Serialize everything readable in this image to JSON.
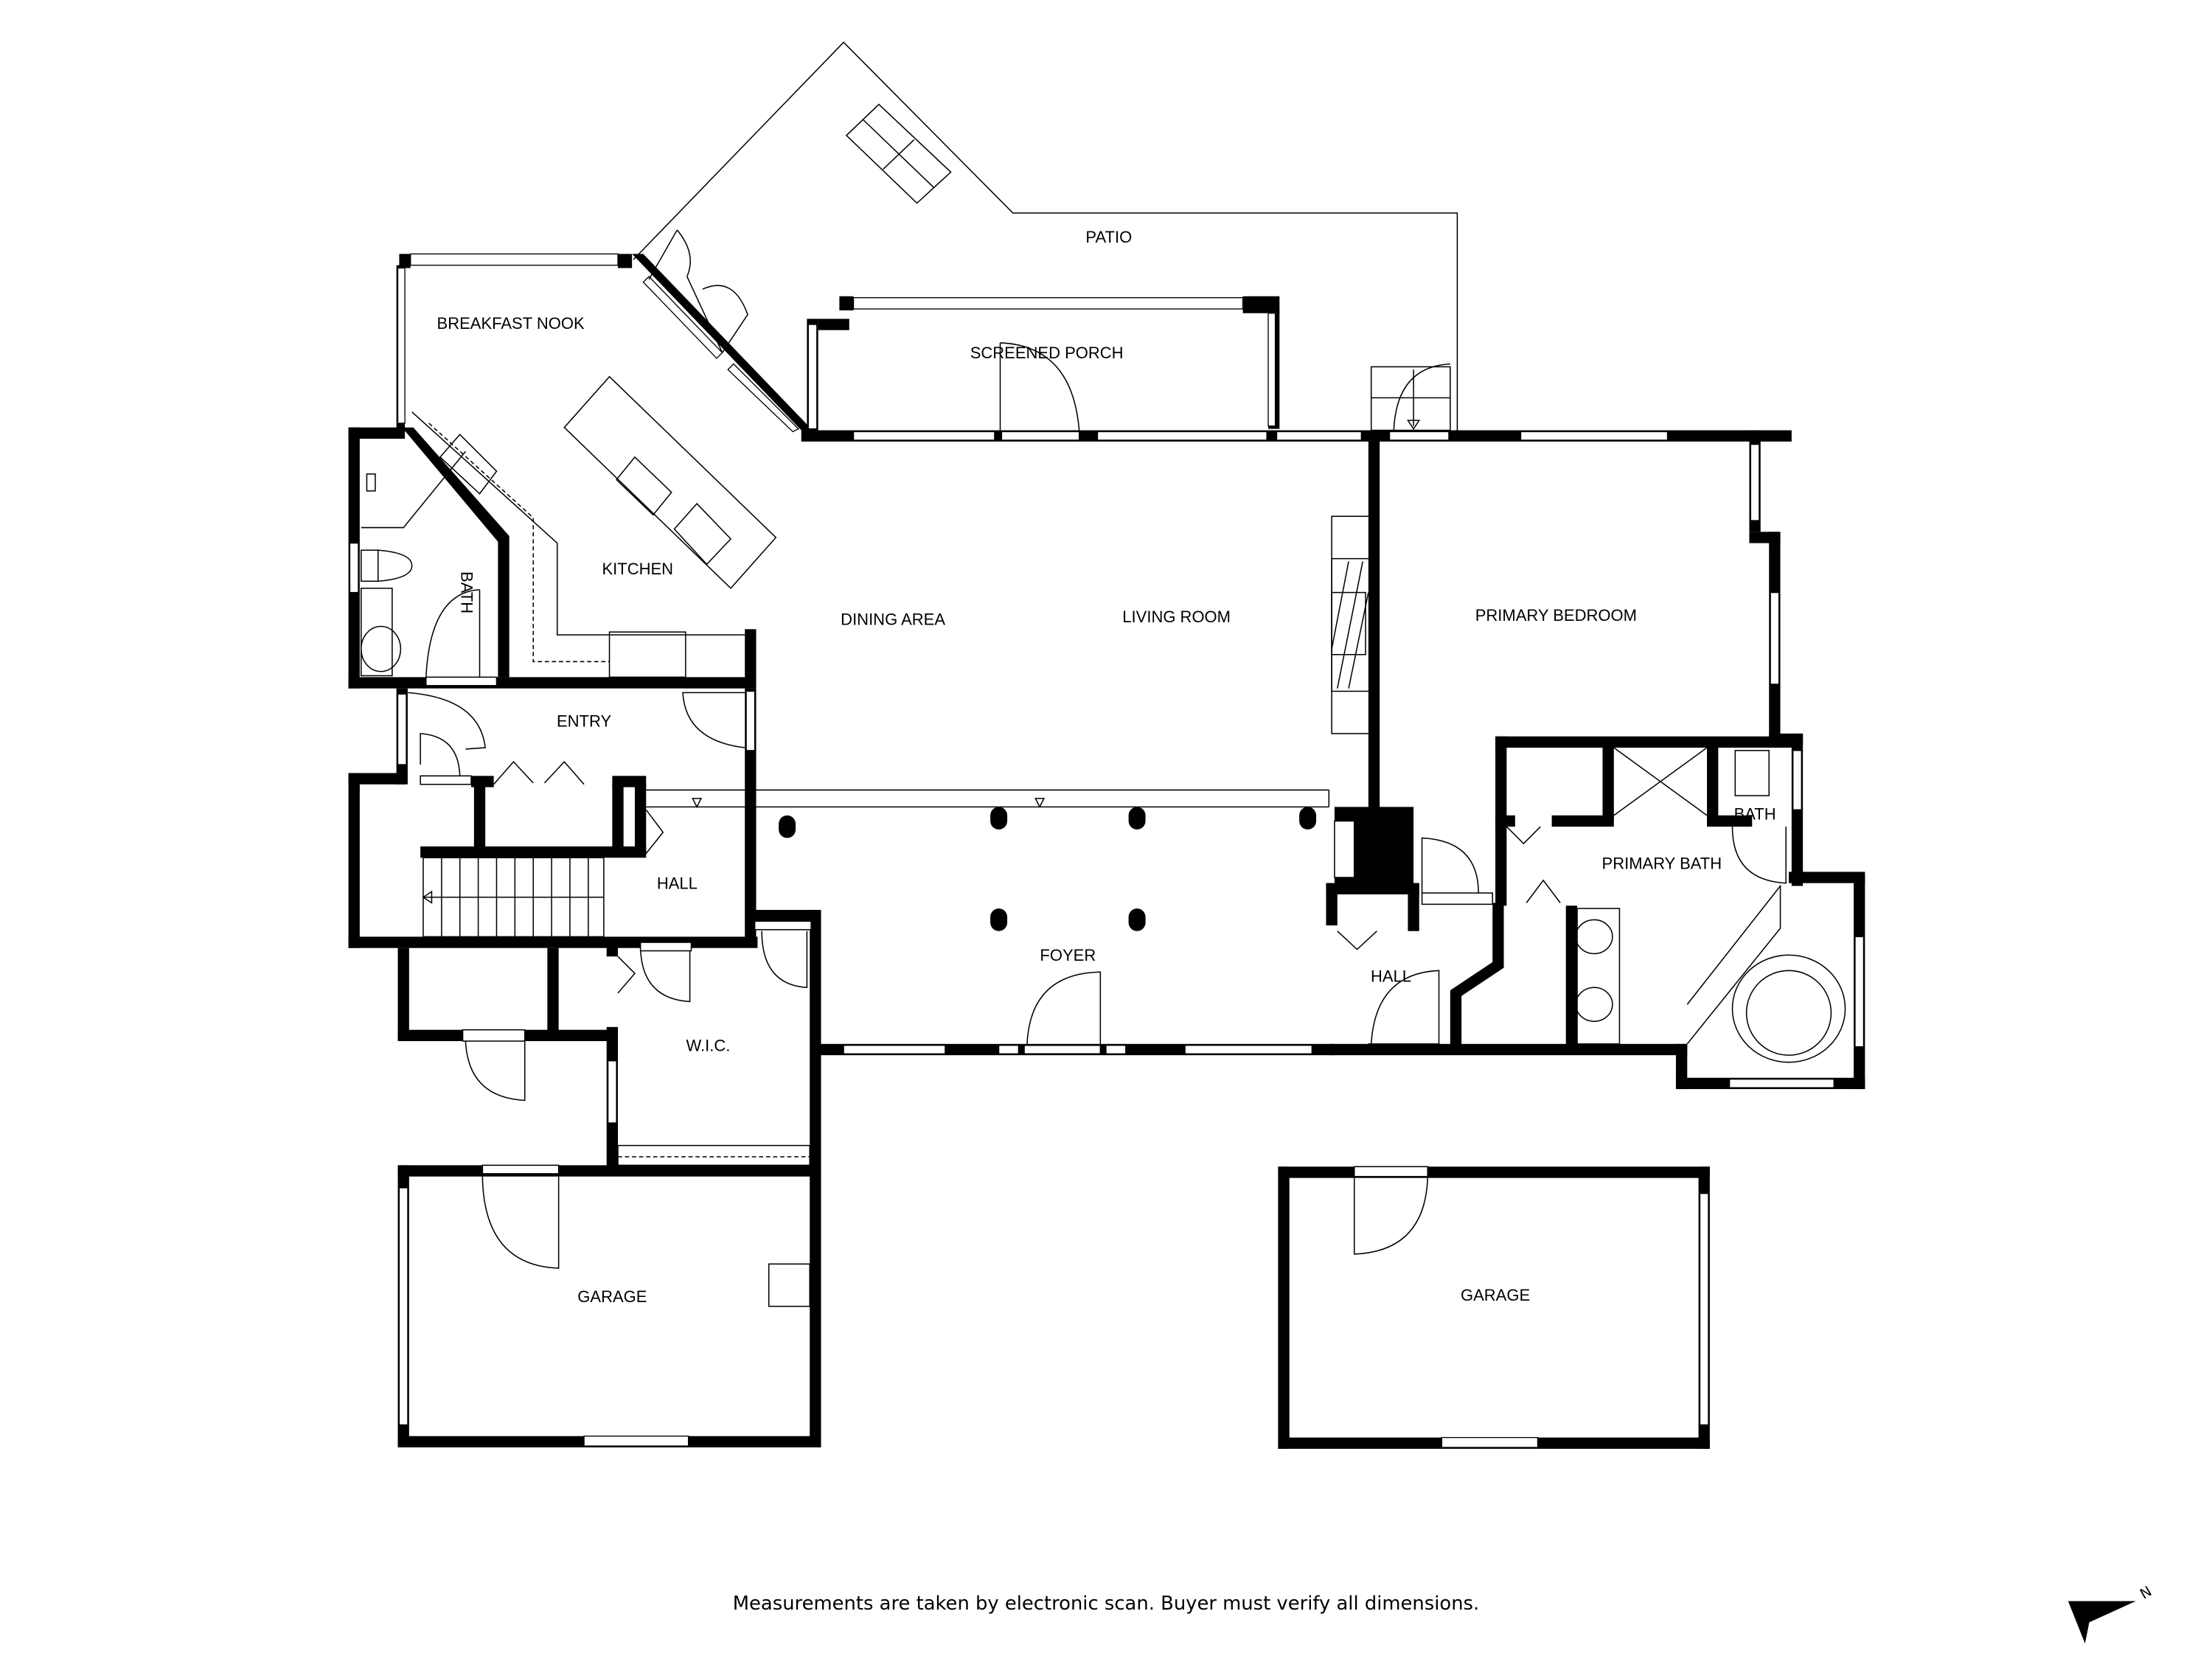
{
  "floor_plan": {
    "rooms": [
      {
        "id": "patio",
        "label": "PATIO"
      },
      {
        "id": "breakfast_nook",
        "label": "BREAKFAST NOOK"
      },
      {
        "id": "screened_porch",
        "label": "SCREENED PORCH"
      },
      {
        "id": "kitchen",
        "label": "KITCHEN"
      },
      {
        "id": "bath_1",
        "label": "BATH"
      },
      {
        "id": "dining_area",
        "label": "DINING AREA"
      },
      {
        "id": "living_room",
        "label": "LIVING ROOM"
      },
      {
        "id": "primary_bedroom",
        "label": "PRIMARY BEDROOM"
      },
      {
        "id": "entry",
        "label": "ENTRY"
      },
      {
        "id": "hall_1",
        "label": "HALL"
      },
      {
        "id": "foyer",
        "label": "FOYER"
      },
      {
        "id": "hall_2",
        "label": "HALL"
      },
      {
        "id": "primary_bath",
        "label": "PRIMARY BATH"
      },
      {
        "id": "bath_2",
        "label": "BATH"
      },
      {
        "id": "wic",
        "label": "W.I.C."
      },
      {
        "id": "garage_1",
        "label": "GARAGE"
      },
      {
        "id": "garage_2",
        "label": "GARAGE"
      }
    ],
    "columns_count": 6
  },
  "footer": {
    "disclaimer": "Measurements are taken by electronic scan. Buyer must verify all dimensions."
  },
  "compass": {
    "label": "N",
    "icon": "north-arrow-icon"
  }
}
